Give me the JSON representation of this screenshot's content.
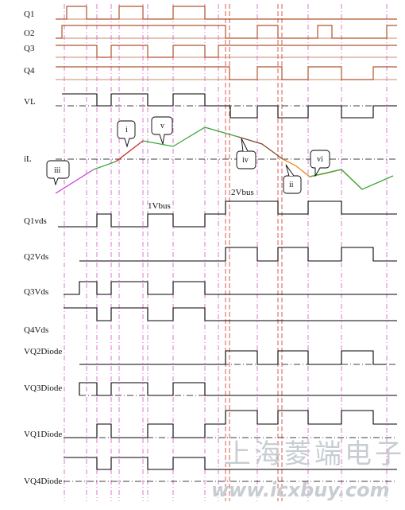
{
  "diagram": {
    "signals": {
      "q1": "Q1",
      "o2": "O2",
      "q3": "Q3",
      "q4": "Q4",
      "vl": "VL",
      "il": "iL",
      "q1vds": "Q1vds",
      "q2vds": "Q2Vds",
      "q3vds": "Q3Vds",
      "q4vds": "Q4Vds",
      "vq2diode": "VQ2Diode",
      "vq3diode": "VQ3Diode",
      "vq1diode": "VQ1Diode",
      "vq4diode": "VQ4Diode"
    },
    "annotations": {
      "one_vbus": "1Vbus",
      "two_vbus": "2Vbus"
    },
    "callouts": {
      "i": "i",
      "ii": "ii",
      "iii": "iii",
      "iv": "iv",
      "v": "v",
      "vi": "vi"
    },
    "watermark": {
      "chinese": "上海菱端电子",
      "url": "www.icxbuy.com"
    },
    "colors": {
      "gate_signal": "#b2532e",
      "gate_baseline": "#c98a6a",
      "trace": "#000000",
      "divider_red": "#d0302a",
      "divider_magenta": "#d456c8",
      "il_magenta": "#c53fd1",
      "il_green": "#3aa63a",
      "il_red": "#c42c22",
      "il_brown": "#7b4a2a",
      "il_orange": "#e88a22"
    }
  }
}
